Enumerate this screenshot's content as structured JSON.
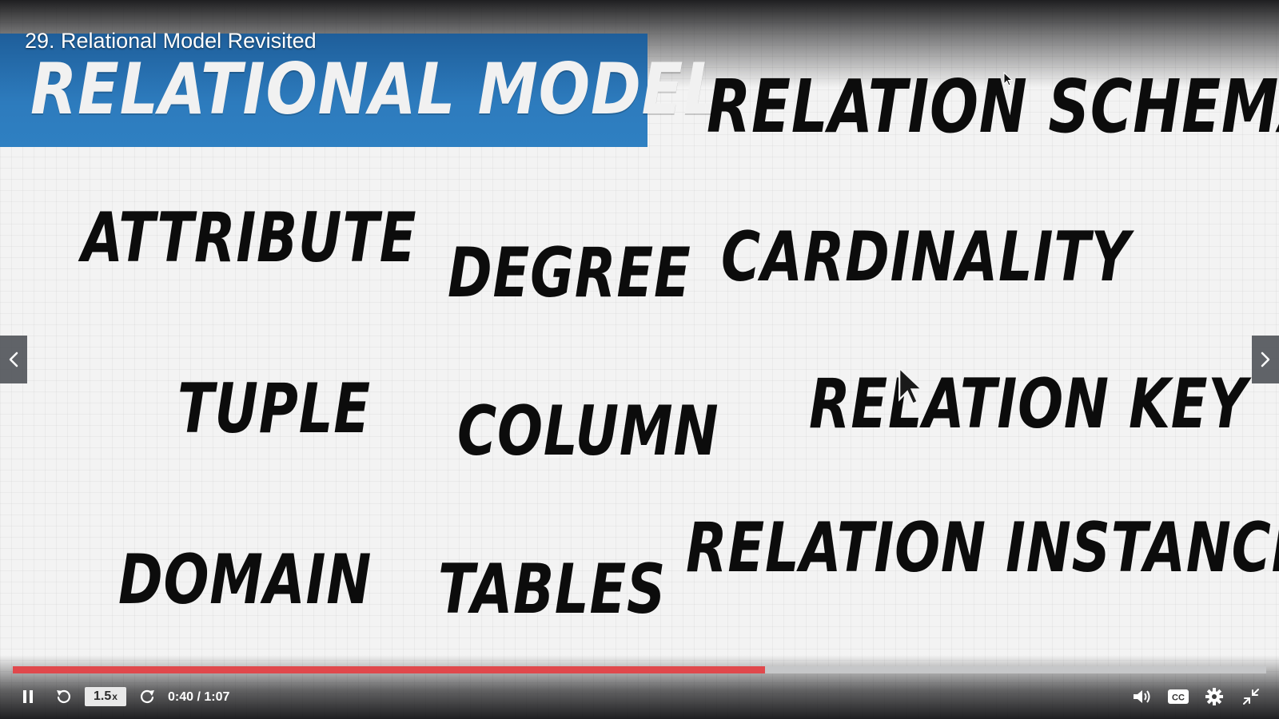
{
  "video": {
    "title": "29. Relational Model Revisited",
    "current_time": "0:40",
    "duration": "1:07",
    "time_display": "0:40 / 1:07",
    "progress": 0.6,
    "speed_label": "1.5",
    "speed_suffix": "x"
  },
  "slide": {
    "banner_title": "RELATIONAL MODEL",
    "terms": {
      "relation_schema": "RELATION SCHEMA",
      "attribute": "ATTRIBUTE",
      "degree": "DEGREE",
      "cardinality": "CARDINALITY",
      "tuple": "TUPLE",
      "column": "COLUMN",
      "relation_key": "RELATION KEY",
      "domain": "DOMAIN",
      "tables": "TABLES",
      "relation_instance": "RELATION INSTANCE"
    }
  },
  "colors": {
    "banner": "#2f80c2",
    "progress_played": "#e0484c",
    "progress_track": "#c6c7c9"
  },
  "icons": {
    "pause": "pause-icon",
    "rewind": "rewind-icon",
    "forward": "forward-icon",
    "volume": "volume-icon",
    "captions": "captions-icon",
    "settings": "settings-icon",
    "exit_fullscreen": "exit-fullscreen-icon",
    "prev": "chevron-left-icon",
    "next": "chevron-right-icon"
  }
}
